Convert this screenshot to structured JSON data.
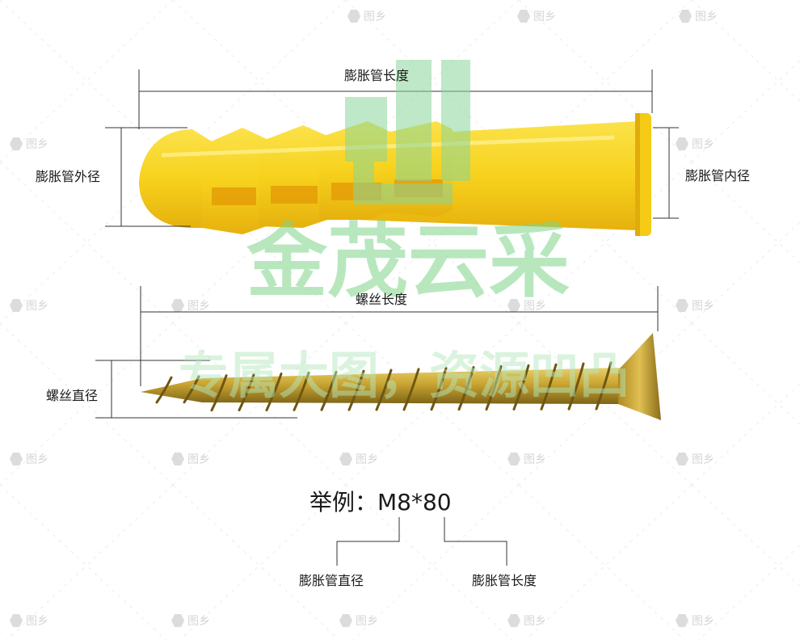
{
  "labels": {
    "anchor_length": "膨胀管长度",
    "anchor_outer_diameter": "膨胀管外径",
    "anchor_inner_diameter": "膨胀管内径",
    "screw_length": "螺丝长度",
    "screw_diameter": "螺丝直径",
    "example": "举例：M8*80",
    "example_diameter": "膨胀管直径",
    "example_length": "膨胀管长度"
  },
  "watermark": {
    "brand": "金茂云采",
    "slogan": "专属大图，资源凹凸",
    "tile_text": "图乡"
  },
  "colors": {
    "anchor_yellow": "#f7d21d",
    "anchor_shadow": "#e4ac0c",
    "screw_gold": "#c9a431",
    "screw_dark": "#7d6418",
    "watermark_green": "#7fd58a"
  }
}
